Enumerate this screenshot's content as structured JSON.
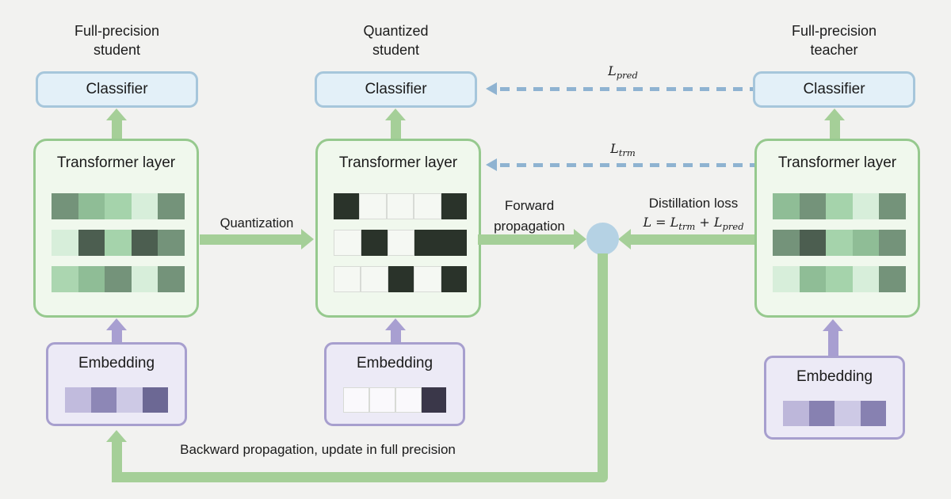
{
  "colors": {
    "background": "#f2f2f0",
    "text": "#1b1b1b",
    "classifier_fill": "#e3f0f8",
    "classifier_border": "#a6c6db",
    "transformer_fill": "#f0f8ed",
    "transformer_border": "#96c98e",
    "embedding_fill": "#eceaf6",
    "embedding_border": "#a79fce",
    "green_arrow": "#a5cf98",
    "purple_arrow": "#a89fd1",
    "dashed_blue": "#8fb3d1",
    "node_circle": "#b5d2e4",
    "light_cell_border": "#d8dbd6"
  },
  "columns": {
    "left": {
      "title": [
        "Full-precision",
        "student"
      ],
      "classifier": "Classifier",
      "transformer": "Transformer layer",
      "embedding": "Embedding",
      "matrix": [
        [
          "#74937a",
          "#8fbd96",
          "#a5d3ab",
          "#d7eeda",
          "#74937a"
        ],
        [
          "#d7eeda",
          "#4c5e50",
          "#a5d3ab",
          "#4c5e50",
          "#74937a"
        ],
        [
          "#abd6b0",
          "#8fbd96",
          "#74937a",
          "#d7eeda",
          "#74937a"
        ]
      ],
      "embedding_cells": [
        "#c1bbdd",
        "#8d87b6",
        "#cdc9e5",
        "#6c6894"
      ]
    },
    "middle": {
      "title": [
        "Quantized",
        "student"
      ],
      "classifier": "Classifier",
      "transformer": "Transformer layer",
      "embedding": "Embedding",
      "matrix": [
        [
          "#2a332a",
          "#f5f8f3",
          "#f5f8f3",
          "#f5f8f3",
          "#2a332a"
        ],
        [
          "#f5f8f3",
          "#2a332a",
          "#f5f8f3",
          "#2a332a",
          "#2a332a"
        ],
        [
          "#f5f8f3",
          "#f5f8f3",
          "#2a332a",
          "#f5f8f3",
          "#2a332a"
        ]
      ],
      "embedding_cells": [
        "#faf9fc",
        "#faf9fc",
        "#faf9fc",
        "#3a3749"
      ]
    },
    "right": {
      "title": [
        "Full-precision",
        "teacher"
      ],
      "classifier": "Classifier",
      "transformer": "Transformer layer",
      "embedding": "Embedding",
      "matrix": [
        [
          "#8fbd96",
          "#74937a",
          "#a5d3ab",
          "#d7eeda",
          "#74937a"
        ],
        [
          "#74937a",
          "#4c5e50",
          "#a5d3ab",
          "#8fbd96",
          "#74937a"
        ],
        [
          "#d7eeda",
          "#8fbd96",
          "#a5d3ab",
          "#d7eeda",
          "#74937a"
        ]
      ],
      "embedding_cells": [
        "#bdb7da",
        "#8781b1",
        "#cdc9e5",
        "#8781b1"
      ]
    }
  },
  "labels": {
    "quantization": "Quantization",
    "forward": [
      "Forward",
      "propagation"
    ],
    "distillation": "Distillation loss",
    "backward": "Backward propagation, update in full precision",
    "loss_pred": {
      "base": "L",
      "sub": "pred"
    },
    "loss_trm": {
      "base": "L",
      "sub": "trm"
    },
    "formula": {
      "lhs": "L",
      "eq": "=",
      "t1": "L",
      "t1_sub": "trm",
      "op": "+",
      "t2": "L",
      "t2_sub": "pred"
    }
  }
}
